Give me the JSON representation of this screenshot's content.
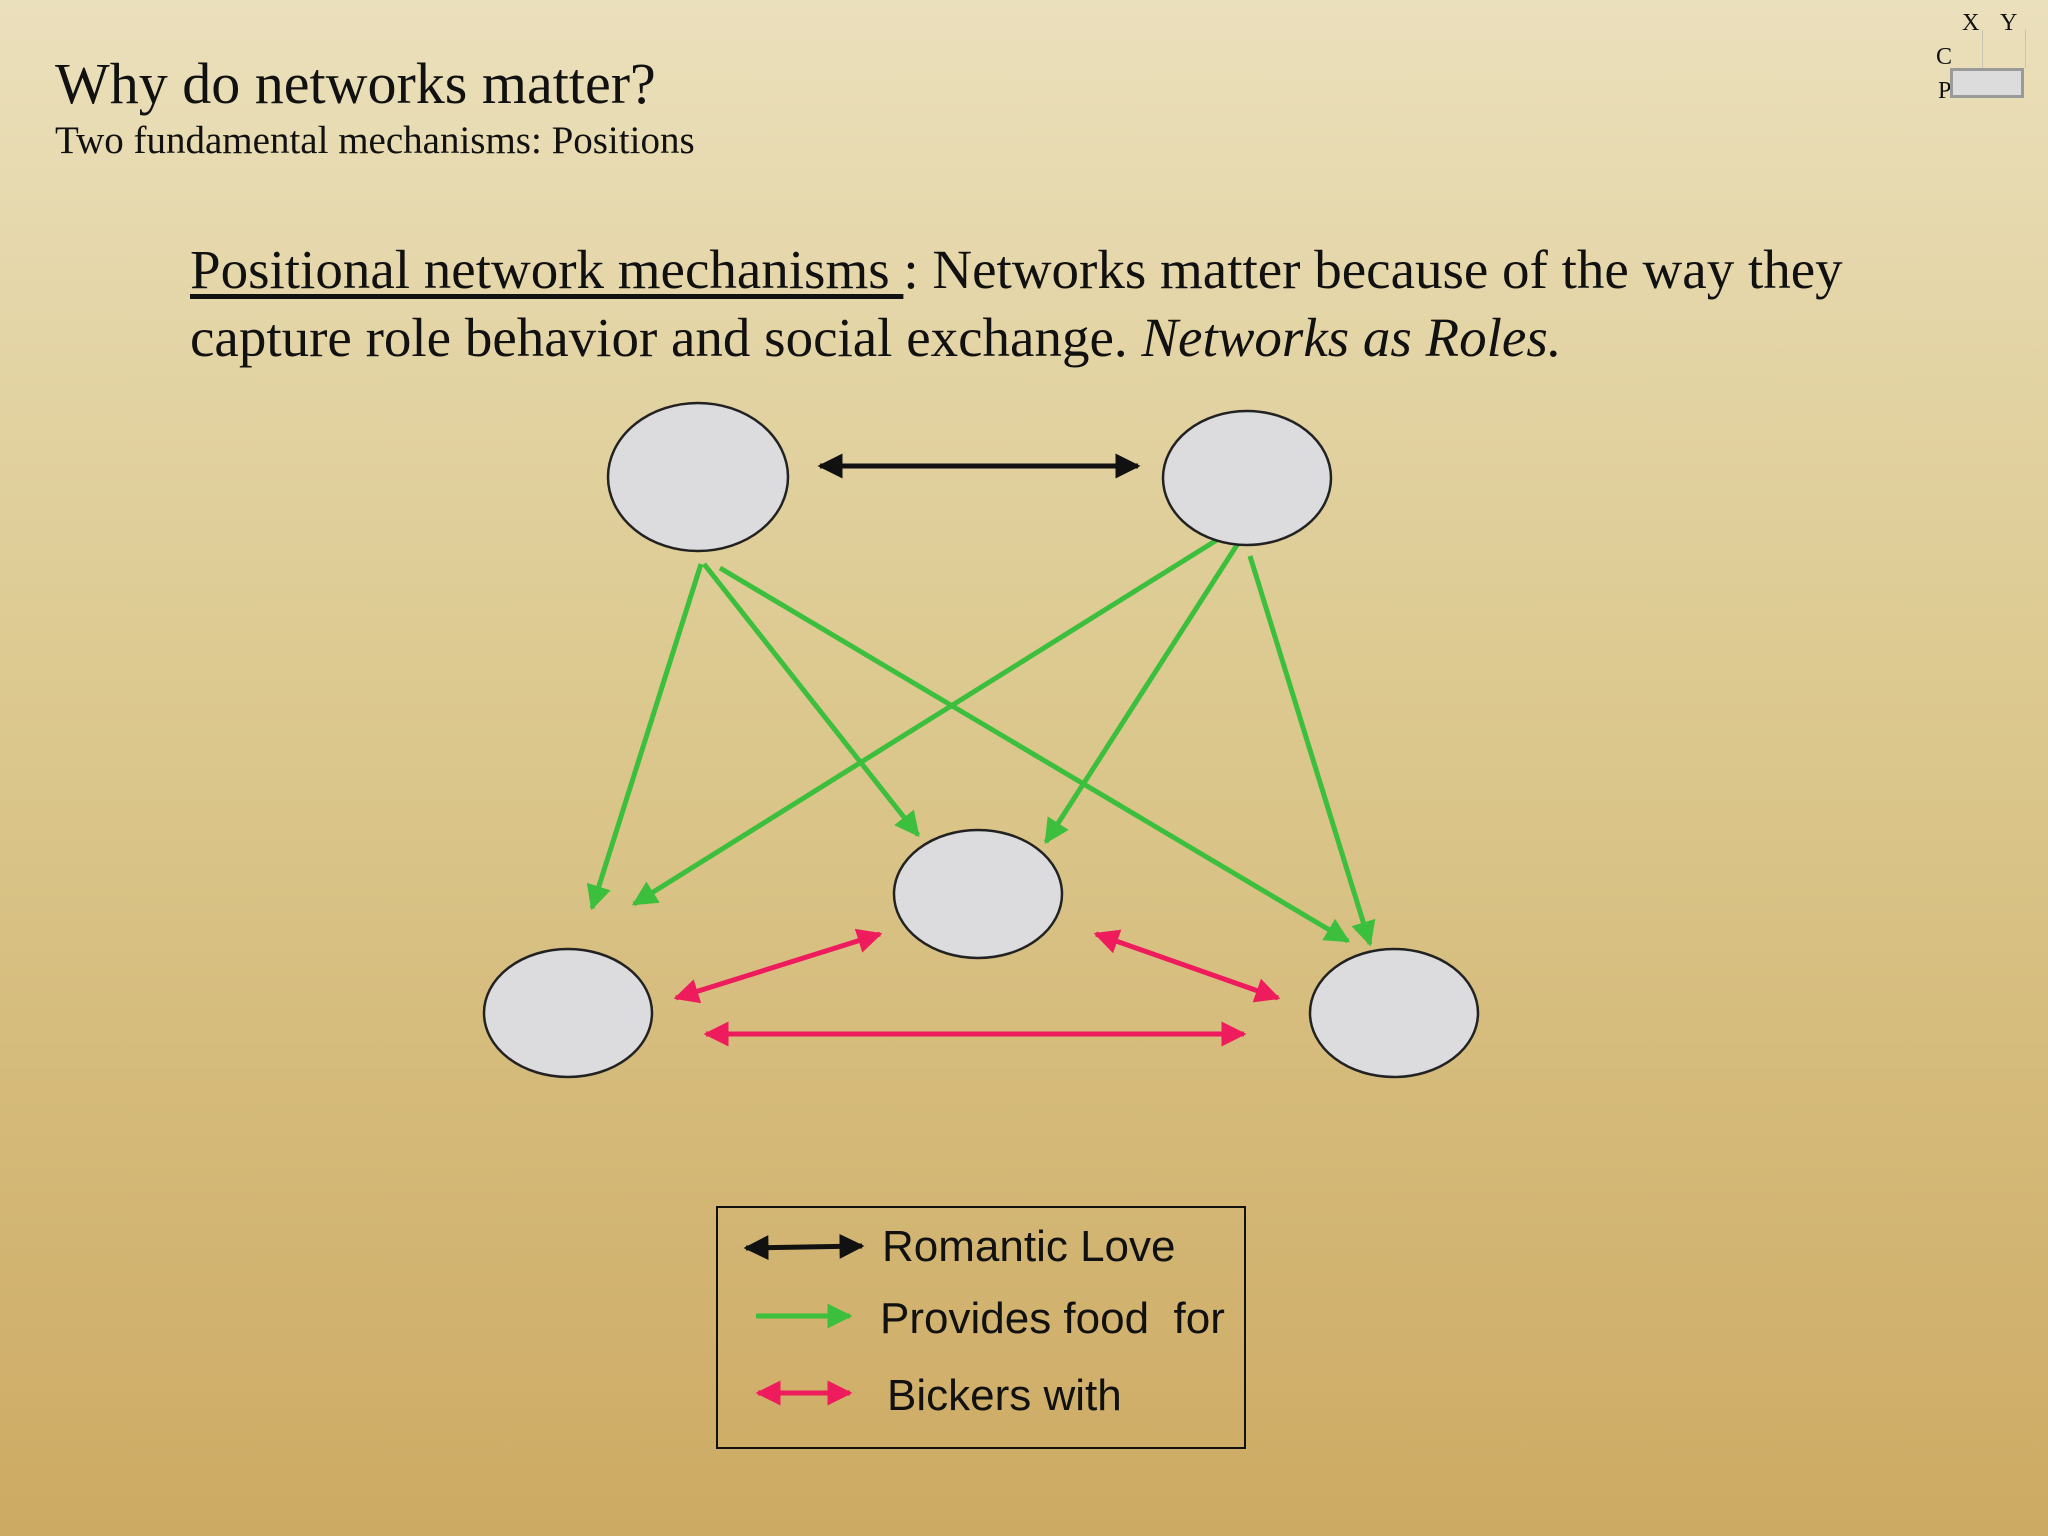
{
  "slide": {
    "title": "Why do networks matter?",
    "subtitle": "Two fundamental mechanisms: Positions",
    "paragraph": {
      "underlined": "Positional network mechanisms ",
      "plain": ": Networks matter because of the way they capture role behavior and social exchange.  ",
      "italic": "Networks as Roles."
    },
    "corner_labels": {
      "x": "X",
      "y": "Y",
      "c": "C",
      "p": "P"
    }
  },
  "colors": {
    "romantic": "#111111",
    "food": "#3cbf3c",
    "bicker": "#ee1c5c",
    "node_fill": "#dcdcde",
    "node_stroke": "#222222"
  },
  "legend": {
    "items": [
      {
        "id": "romantic",
        "label": "Romantic Love"
      },
      {
        "id": "food",
        "label": "Provides food  for"
      },
      {
        "id": "bicker",
        "label": "Bickers with"
      }
    ]
  }
}
